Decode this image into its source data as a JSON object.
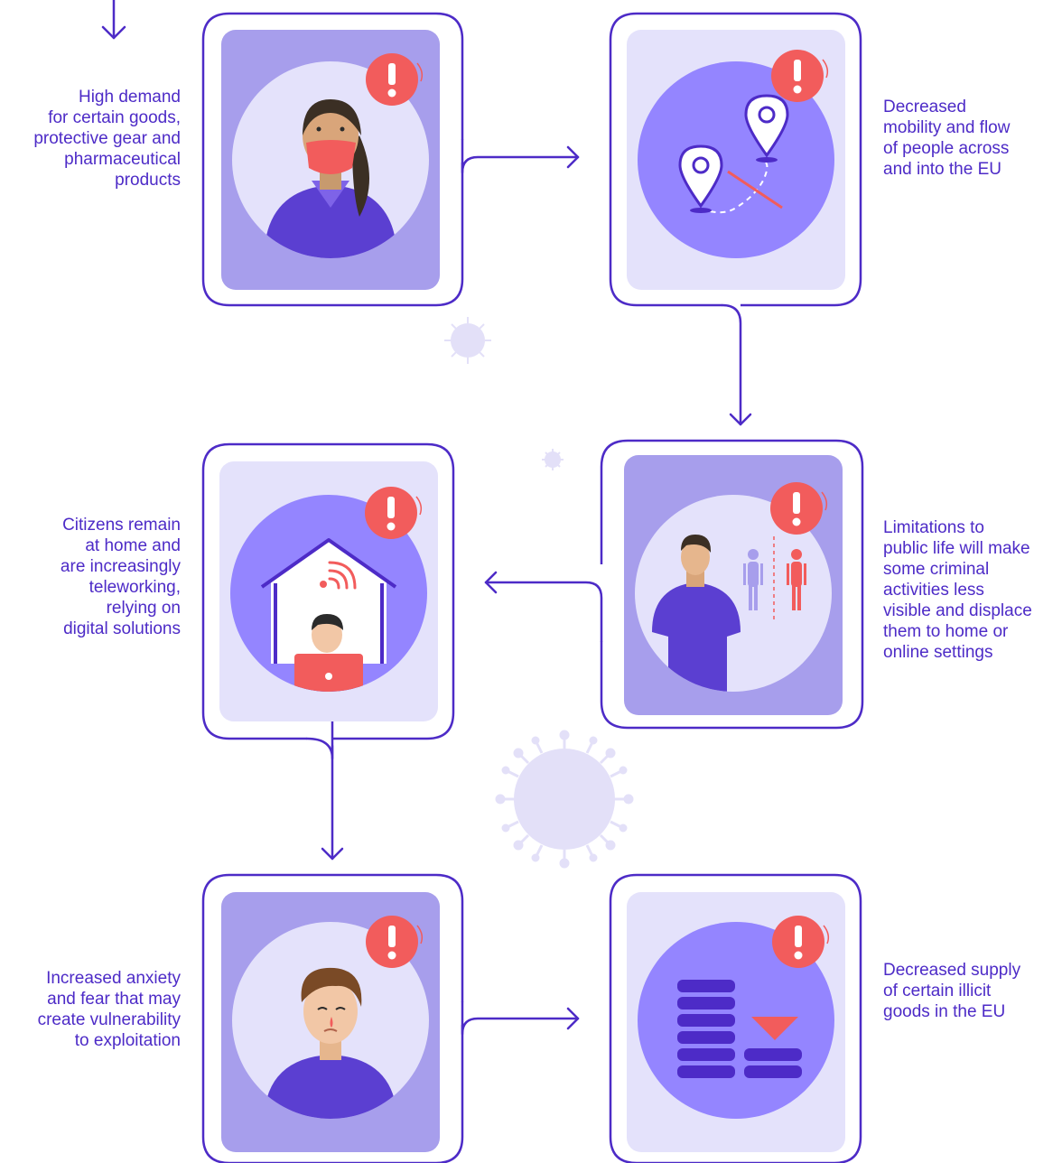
{
  "colors": {
    "outline": "#4d2bc7",
    "panel_dark": "#a79eec",
    "panel_light": "#e4e2fb",
    "circle_dark": "#9485ff",
    "circle_light": "#e4e2fb",
    "alert": "#f25c5c",
    "shirt": "#5b3fd1",
    "virus": "#dedbf7"
  },
  "steps": [
    {
      "id": "demand",
      "caption": "High demand\nfor certain goods,\nprotective gear and\npharmaceutical\nproducts",
      "icon": "masked-woman-icon"
    },
    {
      "id": "mobility",
      "caption": "Decreased\nmobility and flow\nof people across\nand into the EU",
      "icon": "map-pins-icon"
    },
    {
      "id": "public-life",
      "caption": "Limitations to\npublic life will make\nsome criminal\nactivities less\nvisible and displace\nthem to home or\nonline settings",
      "icon": "distancing-man-icon"
    },
    {
      "id": "home",
      "caption": "Citizens remain\nat home and\nare increasingly\nteleworking,\nrelying on\ndigital solutions",
      "icon": "teleworking-house-icon"
    },
    {
      "id": "anxiety",
      "caption": "Increased anxiety\nand fear that may\ncreate vulnerability\nto exploitation",
      "icon": "crying-man-icon"
    },
    {
      "id": "supply",
      "caption": "Decreased supply\nof certain illicit\ngoods in the EU",
      "icon": "decreasing-stack-icon"
    }
  ],
  "alert_mark": "!"
}
